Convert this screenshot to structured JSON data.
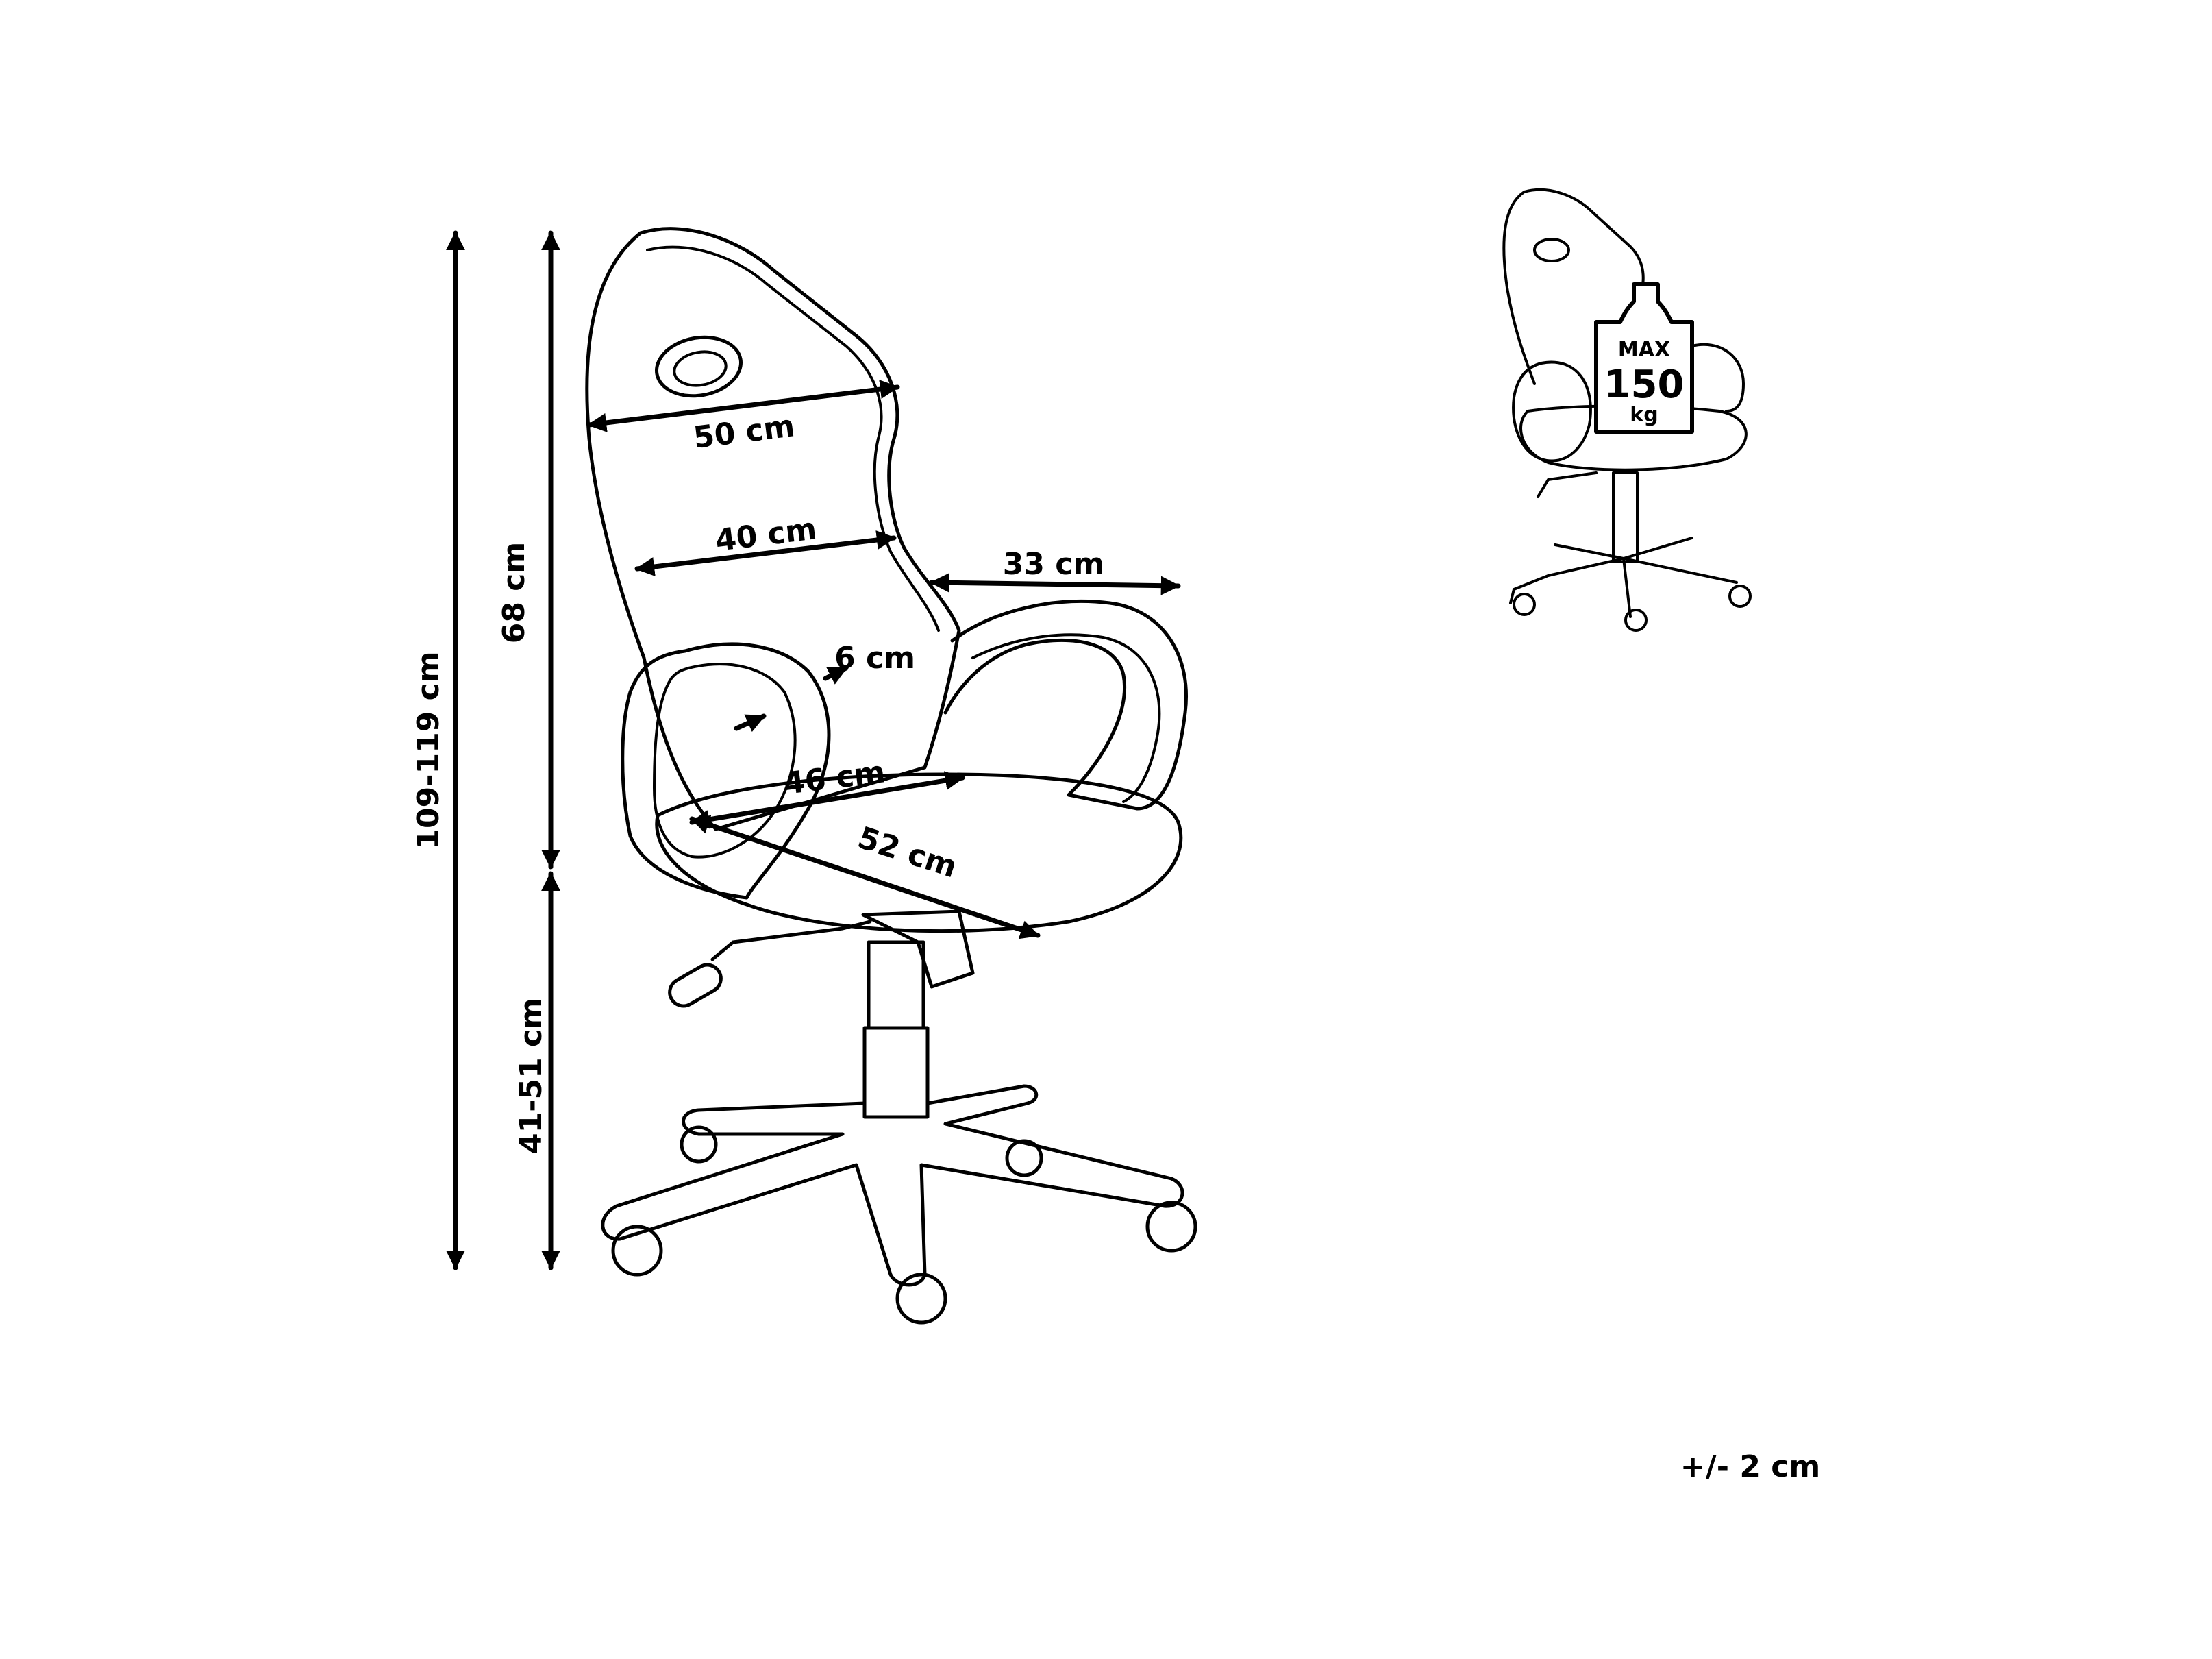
{
  "dimensions": {
    "total_height": "109-119 cm",
    "backrest_height": "68 cm",
    "seat_height": "41-51 cm",
    "top_width": "50 cm",
    "back_width": "40 cm",
    "armrest_length": "33 cm",
    "armrest_width": "6 cm",
    "seat_width": "46 cm",
    "seat_depth": "52 cm"
  },
  "max_load": {
    "line1": "MAX",
    "line2": "150",
    "line3": "kg"
  },
  "tolerance": "+/- 2 cm"
}
